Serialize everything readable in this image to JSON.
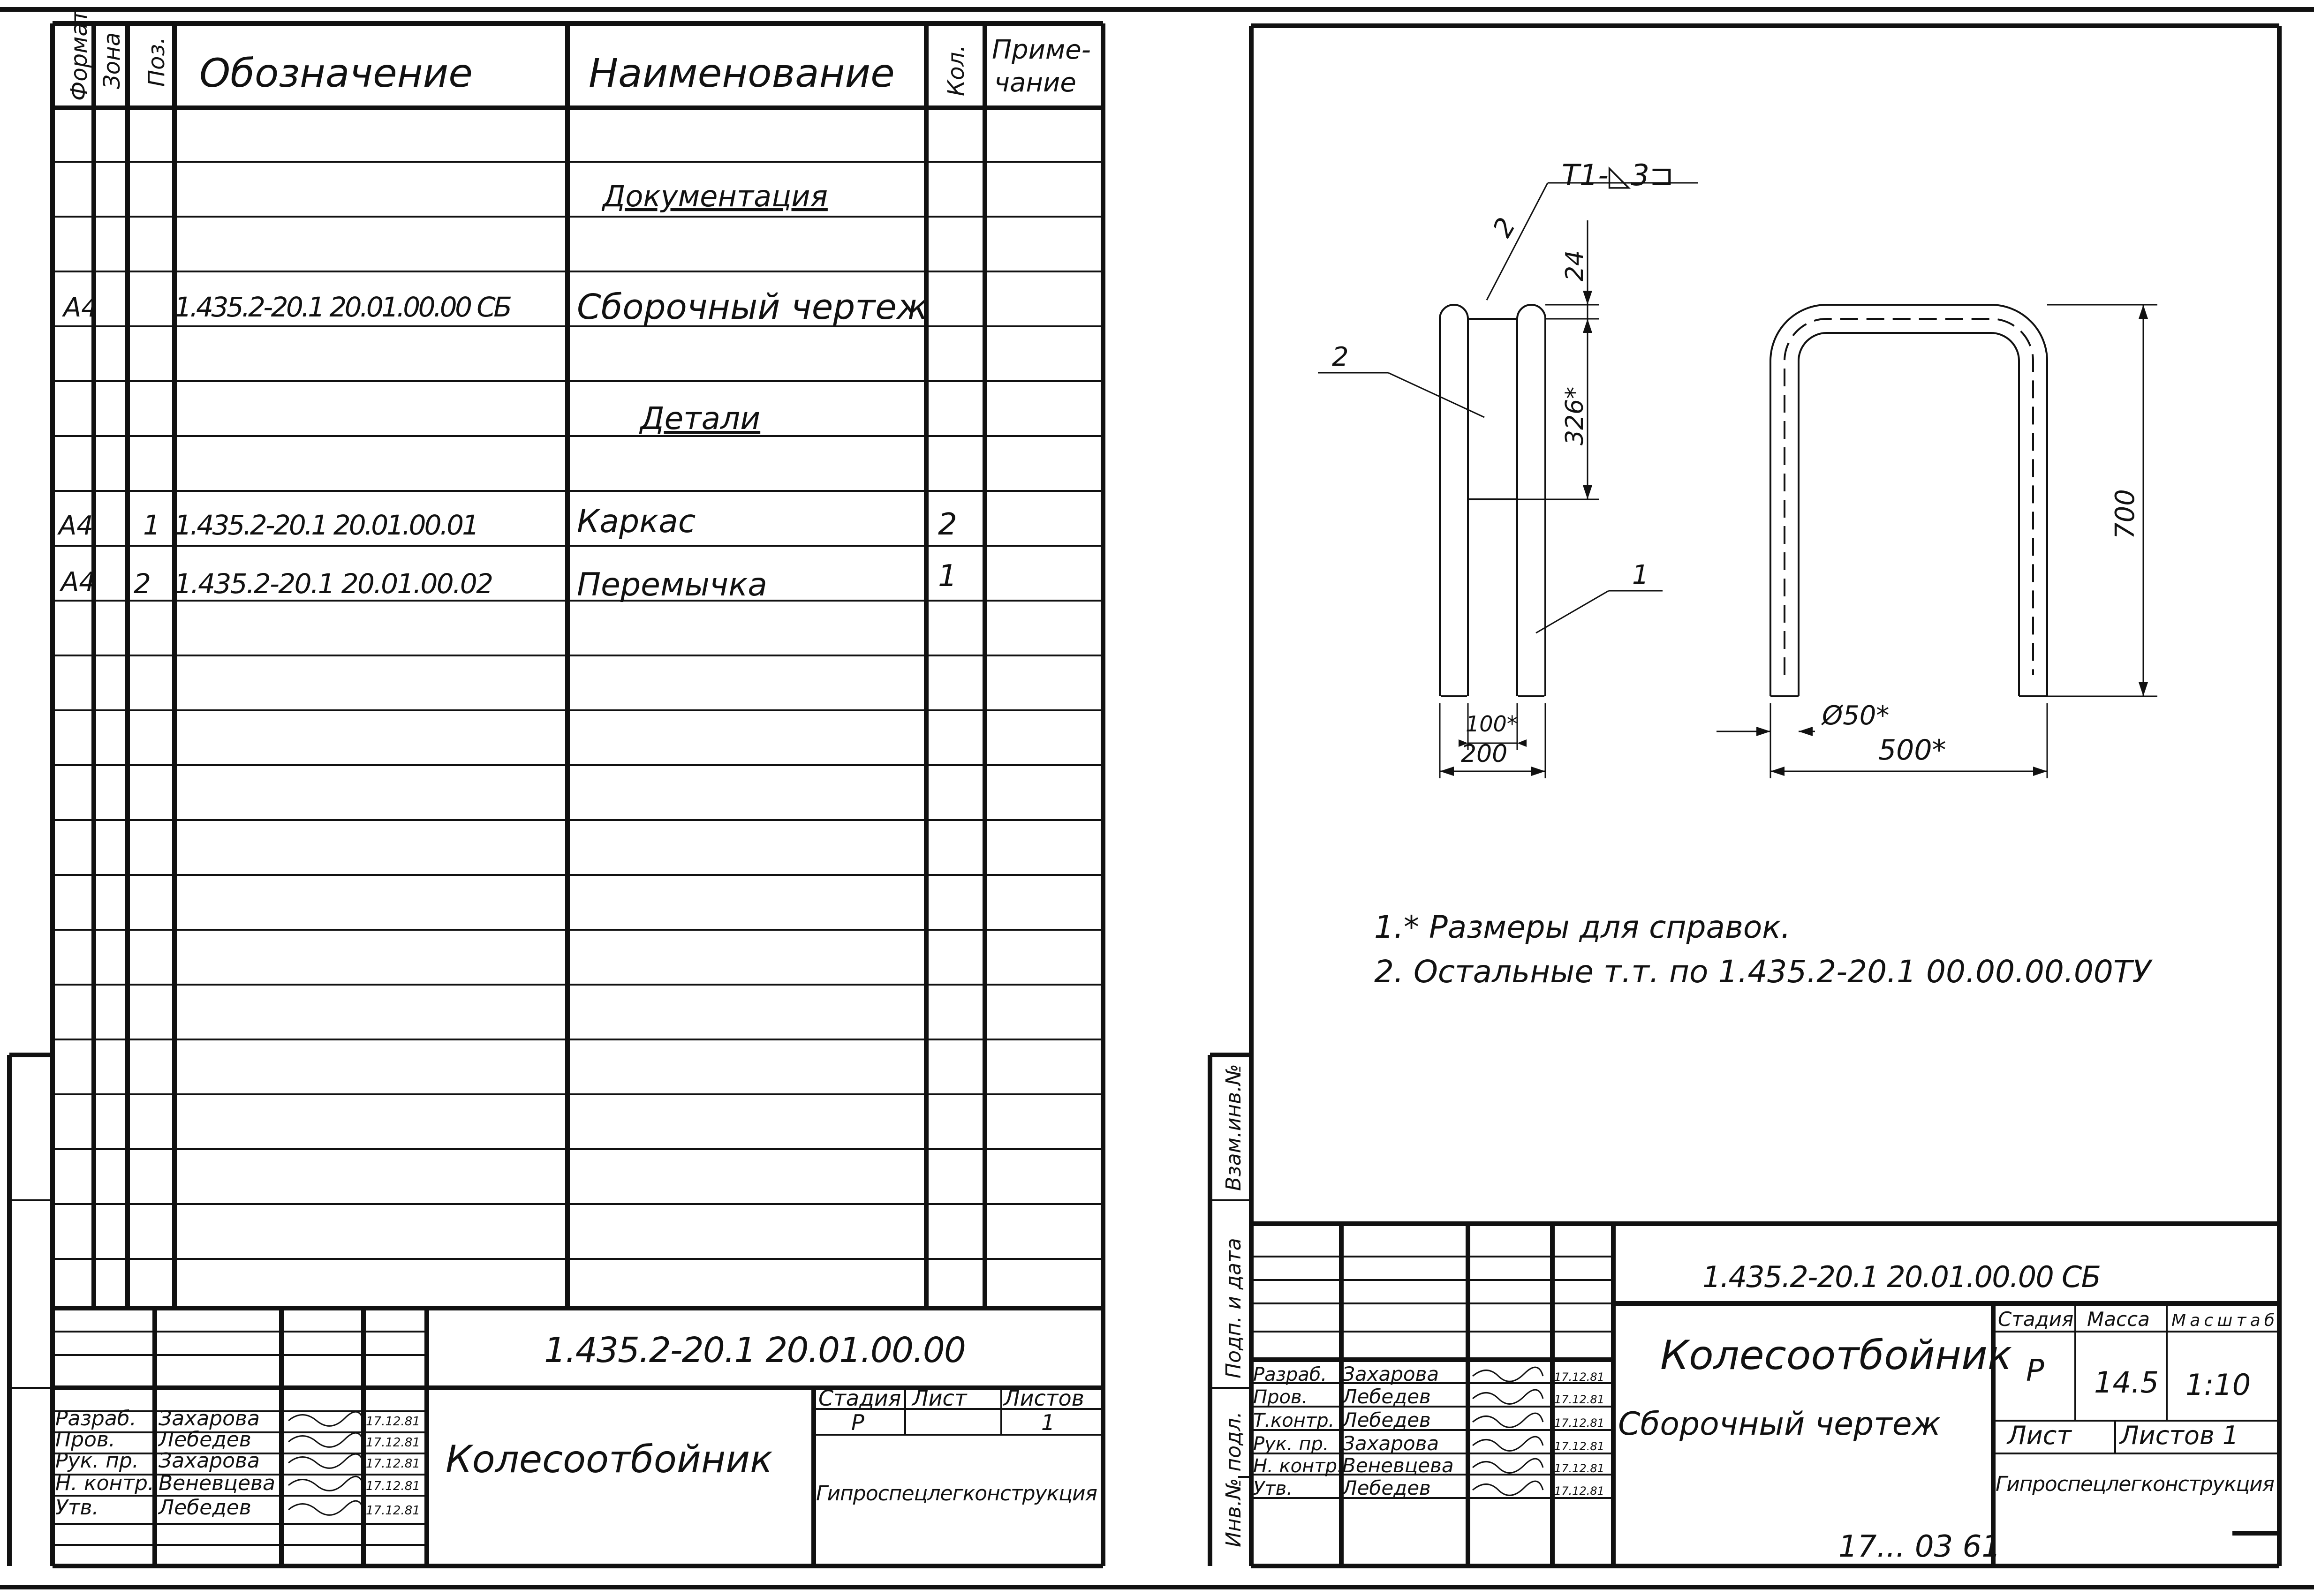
{
  "spec": {
    "headers": {
      "format": "Формат",
      "zone": "Зона",
      "pos": "Поз.",
      "designation": "Обозначение",
      "name": "Наименование",
      "qty": "Кол.",
      "note_1": "Приме-",
      "note_2": "чание"
    },
    "section_documentation": "Документация",
    "section_details": "Детали",
    "rows": [
      {
        "format": "А4",
        "pos": "",
        "designation": "1.435.2-20.1 20.01.00.00 СБ",
        "name": "Сборочный чертеж",
        "qty": ""
      },
      {
        "format": "А4",
        "pos": "1",
        "designation": "1.435.2-20.1 20.01.00.01",
        "name": "Каркас",
        "qty": "2"
      },
      {
        "format": "А4",
        "pos": "2",
        "designation": "1.435.2-20.1 20.01.00.02",
        "name": "Перемычка",
        "qty": "1"
      }
    ],
    "title_block": {
      "designation": "1.435.2-20.1 20.01.00.00",
      "title": "Колесоотбойник",
      "stage_label": "Стадия",
      "sheet_label": "Лист",
      "sheets_label": "Листов",
      "stage": "Р",
      "sheets": "1",
      "org": "Гипроспецлегконструкция",
      "people": [
        {
          "role": "Разраб.",
          "name": "Захарова",
          "date": "17.12.81"
        },
        {
          "role": "Пров.",
          "name": "Лебедев",
          "date": "17.12.81"
        },
        {
          "role": "Рук. пр.",
          "name": "Захарова",
          "date": "17.12.81"
        },
        {
          "role": "Н. контр.",
          "name": "Веневцева",
          "date": "17.12.81"
        },
        {
          "role": "Утв.",
          "name": "Лебедев",
          "date": "17.12.81"
        }
      ]
    }
  },
  "drawing": {
    "weld_mark": "Т1-◺3⊐",
    "leaders": {
      "weld_pos": "2",
      "pos2": "2",
      "pos1": "1"
    },
    "dims": {
      "d24": "24",
      "d326": "326*",
      "d100": "100*",
      "d200": "200",
      "d700": "700",
      "d50": "Ø50*",
      "d500": "500*"
    },
    "notes": [
      "1.* Размеры для справок.",
      "2. Остальные т.т. по 1.435.2-20.1 00.00.00.00ТУ"
    ],
    "side_labels": {
      "inv": "Инв.№ подл.",
      "sign": "Подп. и дата",
      "replace": "Взам.инв.№"
    },
    "title_block": {
      "designation": "1.435.2-20.1 20.01.00.00 СБ",
      "title": "Колесоотбойник",
      "subtitle": "Сборочный чертеж",
      "stage_label": "Стадия",
      "mass_label": "Масса",
      "scale_label": "Масштаб",
      "stage": "Р",
      "mass": "14.5",
      "scale": "1:10",
      "sheet_label": "Лист",
      "sheets_label": "Листов 1",
      "org": "Гипроспецлегконструкция",
      "people": [
        {
          "role": "Разраб.",
          "name": "Захарова",
          "date": "17.12.81"
        },
        {
          "role": "Пров.",
          "name": "Лебедев",
          "date": "17.12.81"
        },
        {
          "role": "Т.контр.",
          "name": "Лебедев",
          "date": "17.12.81"
        },
        {
          "role": "Рук. пр.",
          "name": "Захарова",
          "date": "17.12.81"
        },
        {
          "role": "Н. контр.",
          "name": "Веневцева",
          "date": "17.12.81"
        },
        {
          "role": "Утв.",
          "name": "Лебедев",
          "date": "17.12.81"
        }
      ]
    },
    "stamp_number": "17... 03 61"
  }
}
